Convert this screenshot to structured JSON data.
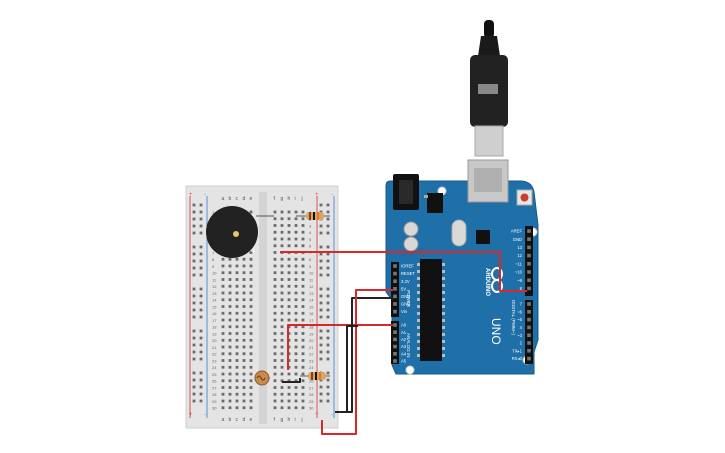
{
  "breadboard": {
    "columns_left": [
      "a",
      "b",
      "c",
      "d",
      "e"
    ],
    "columns_right": [
      "f",
      "g",
      "h",
      "i",
      "j"
    ],
    "rows": [
      "1",
      "2",
      "3",
      "4",
      "5",
      "6",
      "7",
      "8",
      "9",
      "10",
      "11",
      "12",
      "13",
      "14",
      "15",
      "16",
      "17",
      "18",
      "19",
      "20",
      "21",
      "22",
      "23",
      "24",
      "25",
      "26",
      "27",
      "28",
      "29",
      "30"
    ],
    "rail_plus": "+",
    "rail_minus": "-"
  },
  "arduino": {
    "brand": "ARDUINO",
    "model": "UNO",
    "power_header_label": "POWER",
    "analog_header_label": "ANALOG IN",
    "digital_header_label": "DIGITAL (PWM~)",
    "power_pins": [
      "IOREF",
      "RESET",
      "3.3V",
      "5V",
      "GND",
      "GND",
      "Vin"
    ],
    "analog_pins": [
      "A0",
      "A1",
      "A2",
      "A3",
      "A4",
      "A5"
    ],
    "digital_pins_top": [
      "AREF",
      "GND",
      "13",
      "12",
      "~11",
      "~10",
      "~9",
      "8"
    ],
    "digital_pins_bottom": [
      "7",
      "~6",
      "~5",
      "4",
      "~3",
      "2",
      "TX▸1",
      "RX◂0"
    ]
  },
  "components": {
    "buzzer_minus": "-",
    "buzzer_plus": "+"
  },
  "colors": {
    "board_blue": "#1f6fa8",
    "breadboard": "#e3e3e3",
    "wire_red": "#d62a2a",
    "wire_black": "#222222",
    "rail_red": "#d9534f",
    "rail_blue": "#5b8fd6"
  }
}
